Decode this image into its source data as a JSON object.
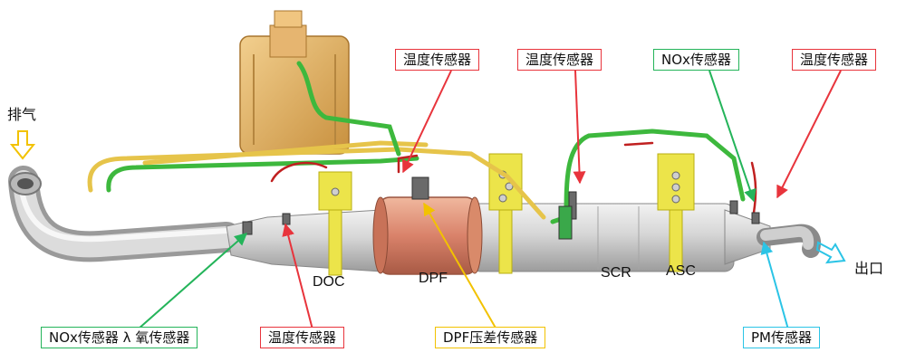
{
  "inlet_label": "排气",
  "outlet_label": "出口",
  "components": {
    "doc": "DOC",
    "dpf": "DPF",
    "scr": "SCR",
    "asc": "ASC"
  },
  "callouts": {
    "temp_dpf_in": "温度传感器",
    "temp_scr": "温度传感器",
    "nox_out": "NOx传感器",
    "temp_out": "温度传感器",
    "nox_lambda_in": "NOx传感器 λ 氧传感器",
    "temp_doc_in": "温度传感器",
    "dpf_dp": "DPF压差传感器",
    "pm": "PM传感器"
  },
  "colors": {
    "red": "#e8343c",
    "green": "#24b45a",
    "yellow": "#f2c200",
    "cyan": "#2bc4e6",
    "doser_tan": "#d9a45a",
    "dpf_copper": "#d98a6a",
    "pipe_green": "#3db83d",
    "bracket_yellow": "#ece44a"
  }
}
